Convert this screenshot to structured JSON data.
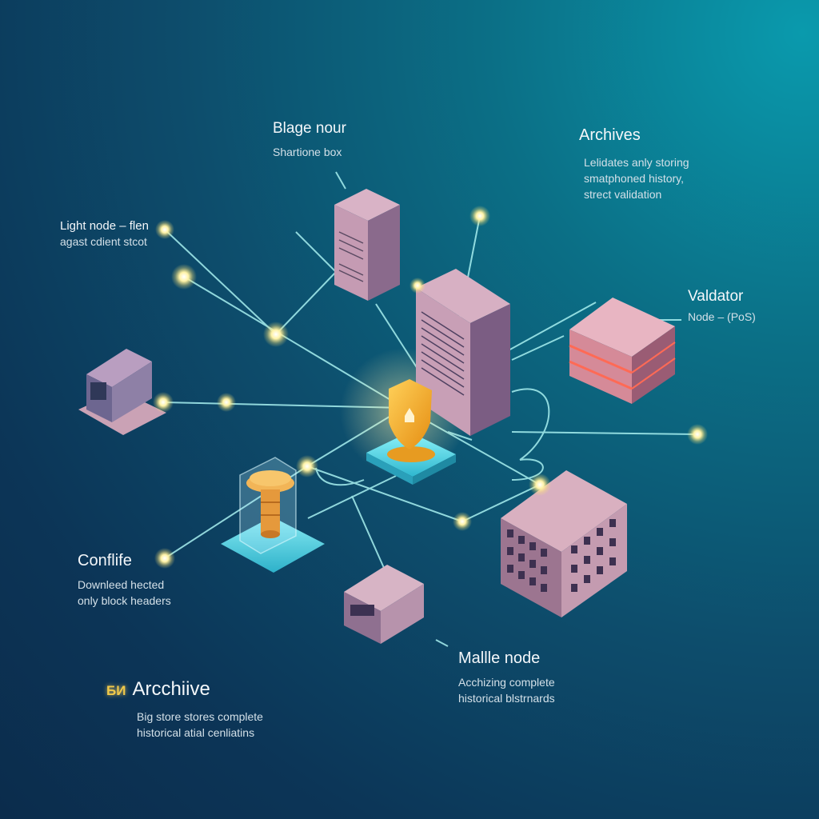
{
  "labels": {
    "blage_nour": {
      "title": "Blage nour",
      "sub": "Shartione box"
    },
    "archives": {
      "title": "Archives",
      "lines": [
        "Lelidates anly storing",
        "smatphoned history,",
        "strect validation"
      ]
    },
    "light_node": {
      "title": "Light node  –  flen",
      "sub": "agast cdient stcot"
    },
    "validator": {
      "title": "Valdator",
      "sub": "Node – (PoS)"
    },
    "conflife": {
      "title": "Conflife",
      "lines": [
        "Downleed hected",
        "only block headers"
      ]
    },
    "malle_node": {
      "title": "Mallle node",
      "lines": [
        "Acchizing complete",
        "historical blstrnards"
      ]
    },
    "archiive": {
      "badge": "БИ",
      "title": "Arcchiive",
      "lines": [
        "Big store stores complete",
        "historical atial cenliatins"
      ]
    }
  },
  "colors": {
    "background_top_right": "#0a9aad",
    "background_bottom_left": "#0b2c4c",
    "connection_line": "#a8f0f0",
    "node_glow": "#fff3a8",
    "server_face": "#c8a3b8",
    "shield": "#f3b32b",
    "platform": "#5fe3f0"
  },
  "icons": {
    "shield": "shield-icon",
    "coin_stack": "coin-stack-icon"
  }
}
